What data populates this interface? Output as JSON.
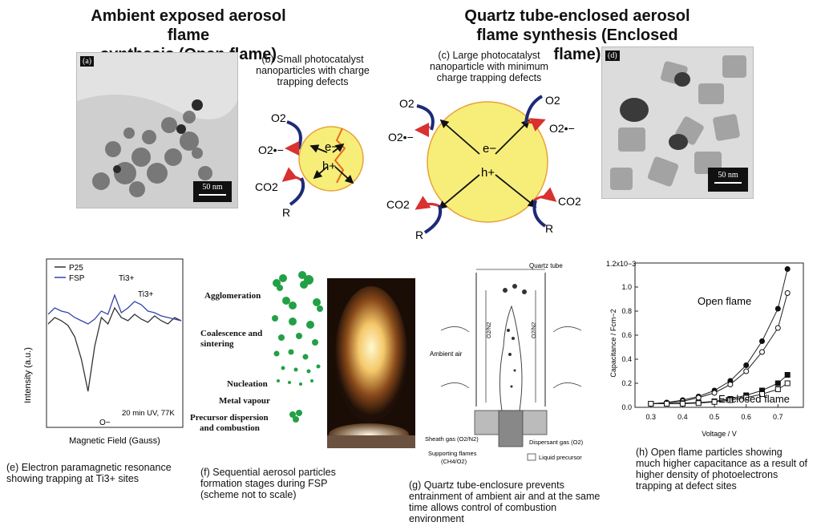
{
  "titles": {
    "open": [
      "Ambient exposed aerosol flame",
      "synthesis (Open flame)"
    ],
    "enclosed": [
      "Quartz tube-enclosed aerosol",
      "flame synthesis (Enclosed flame)"
    ]
  },
  "panel_a": {
    "tag": "(a)",
    "scale": "50 nm"
  },
  "panel_b": {
    "caption": [
      "(b) Small photocatalyst",
      "nanoparticles with charge",
      "trapping defects"
    ],
    "labels": {
      "o2": "O2",
      "o2rad": "O2•−",
      "electron": "e−",
      "hole": "h+",
      "co2": "CO2",
      "r": "R"
    }
  },
  "panel_c": {
    "caption": [
      "(c) Large photocatalyst",
      "nanoparticle with minimum",
      "charge trapping defects"
    ],
    "labels": {
      "o2": "O2",
      "o2rad": "O2•−",
      "electron": "e−",
      "hole": "h+",
      "co2": "CO2",
      "r": "R"
    }
  },
  "panel_d": {
    "tag": "(d)",
    "scale": "50 nm"
  },
  "panel_e": {
    "legend": [
      "P25",
      "FSP"
    ],
    "peaks": [
      "Ti3+",
      "Ti3+"
    ],
    "o_minus": "O−",
    "condition": "20 min UV, 77K",
    "ylabel": "Intensity (a.u.)",
    "xlabel": "Magnetic Field (Gauss)",
    "caption": [
      "(e) Electron paramagnetic resonance",
      "showing trapping at Ti3+ sites"
    ],
    "colors": {
      "P25": "#333333",
      "FSP": "#3344aa"
    }
  },
  "panel_f": {
    "stages": [
      "Agglomeration",
      "Coalescence and",
      "sintering",
      "Nucleation",
      "Metal vapour",
      "Precursor dispersion",
      "and combustion"
    ],
    "caption": [
      "(f) Sequential aerosol particles",
      "formation stages during FSP",
      "(scheme not to scale)"
    ],
    "particle_color": "#22a045"
  },
  "panel_g": {
    "labels": {
      "quartz": "Quartz tube",
      "ambient": "Ambient air",
      "o2n2": "O2/N2",
      "sheath": "Sheath gas (O2/N2)",
      "supporting": "Supporting flames",
      "supporting2": "(CH4/O2)",
      "dispersant": "Dispersant gas (O2)",
      "liquid": "Liquid precursor"
    },
    "caption": [
      "(g) Quartz tube-enclosure prevents",
      "entrainment of ambient air and at the same",
      "time allows control of combustion",
      "environment"
    ]
  },
  "panel_h": {
    "ylabel": "Capacitance / Fcm−2",
    "xlabel": "Voltage / V",
    "ytick_top": "1.2x10−3",
    "ticks_y": [
      "1.0",
      "0.8",
      "0.6",
      "0.4",
      "0.2",
      "0.0"
    ],
    "ticks_x": [
      "0.3",
      "0.4",
      "0.5",
      "0.6",
      "0.7"
    ],
    "label_open": "Open flame",
    "label_enclosed": "Enclosed flame",
    "caption": [
      "(h) Open flame particles showing",
      "much higher capacitance as a result of",
      "higher density of photoelectrons",
      "trapping at defect sites"
    ]
  },
  "chart_data": [
    {
      "type": "line",
      "title": "",
      "xlabel": "Magnetic Field (Gauss)",
      "ylabel": "Intensity (a.u.)",
      "series": [
        {
          "name": "P25",
          "x": [
            0,
            1,
            2,
            3,
            4,
            5,
            6,
            7,
            8,
            9,
            10,
            11,
            12,
            13,
            14,
            15,
            16,
            17,
            18,
            19,
            20
          ],
          "values": [
            0.1,
            0.3,
            0.2,
            0.05,
            -0.3,
            -1.0,
            -2.0,
            -0.6,
            0.3,
            0.1,
            0.6,
            0.3,
            0.2,
            0.4,
            0.25,
            0.15,
            0.35,
            0.2,
            0.1,
            0.3,
            0.2
          ]
        },
        {
          "name": "FSP",
          "x": [
            0,
            1,
            2,
            3,
            4,
            5,
            6,
            7,
            8,
            9,
            10,
            11,
            12,
            13,
            14,
            15,
            16,
            17,
            18,
            19,
            20
          ],
          "values": [
            0.4,
            0.6,
            0.5,
            0.45,
            0.3,
            0.2,
            0.1,
            0.25,
            0.5,
            0.4,
            1.0,
            0.45,
            0.6,
            0.8,
            0.7,
            0.5,
            0.45,
            0.35,
            0.3,
            0.25,
            0.2
          ]
        }
      ]
    },
    {
      "type": "line",
      "title": "",
      "xlabel": "Voltage / V",
      "ylabel": "Capacitance / Fcm−2",
      "xlim": [
        0.25,
        0.78
      ],
      "ylim": [
        0,
        1.2
      ],
      "series": [
        {
          "name": "Open flame (filled)",
          "x": [
            0.3,
            0.35,
            0.4,
            0.45,
            0.5,
            0.55,
            0.6,
            0.65,
            0.7,
            0.73
          ],
          "values": [
            0.03,
            0.04,
            0.06,
            0.09,
            0.14,
            0.22,
            0.35,
            0.55,
            0.82,
            1.15
          ]
        },
        {
          "name": "Open flame (hollow)",
          "x": [
            0.3,
            0.35,
            0.4,
            0.45,
            0.5,
            0.55,
            0.6,
            0.65,
            0.7,
            0.73
          ],
          "values": [
            0.03,
            0.035,
            0.05,
            0.08,
            0.12,
            0.19,
            0.3,
            0.46,
            0.66,
            0.95
          ]
        },
        {
          "name": "Enclosed flame (filled)",
          "x": [
            0.3,
            0.35,
            0.4,
            0.45,
            0.5,
            0.55,
            0.6,
            0.65,
            0.7,
            0.73
          ],
          "values": [
            0.03,
            0.03,
            0.035,
            0.04,
            0.05,
            0.07,
            0.1,
            0.14,
            0.2,
            0.27
          ]
        },
        {
          "name": "Enclosed flame (hollow)",
          "x": [
            0.3,
            0.35,
            0.4,
            0.45,
            0.5,
            0.55,
            0.6,
            0.65,
            0.7,
            0.73
          ],
          "values": [
            0.03,
            0.03,
            0.03,
            0.035,
            0.045,
            0.06,
            0.08,
            0.11,
            0.15,
            0.2
          ]
        }
      ]
    }
  ]
}
